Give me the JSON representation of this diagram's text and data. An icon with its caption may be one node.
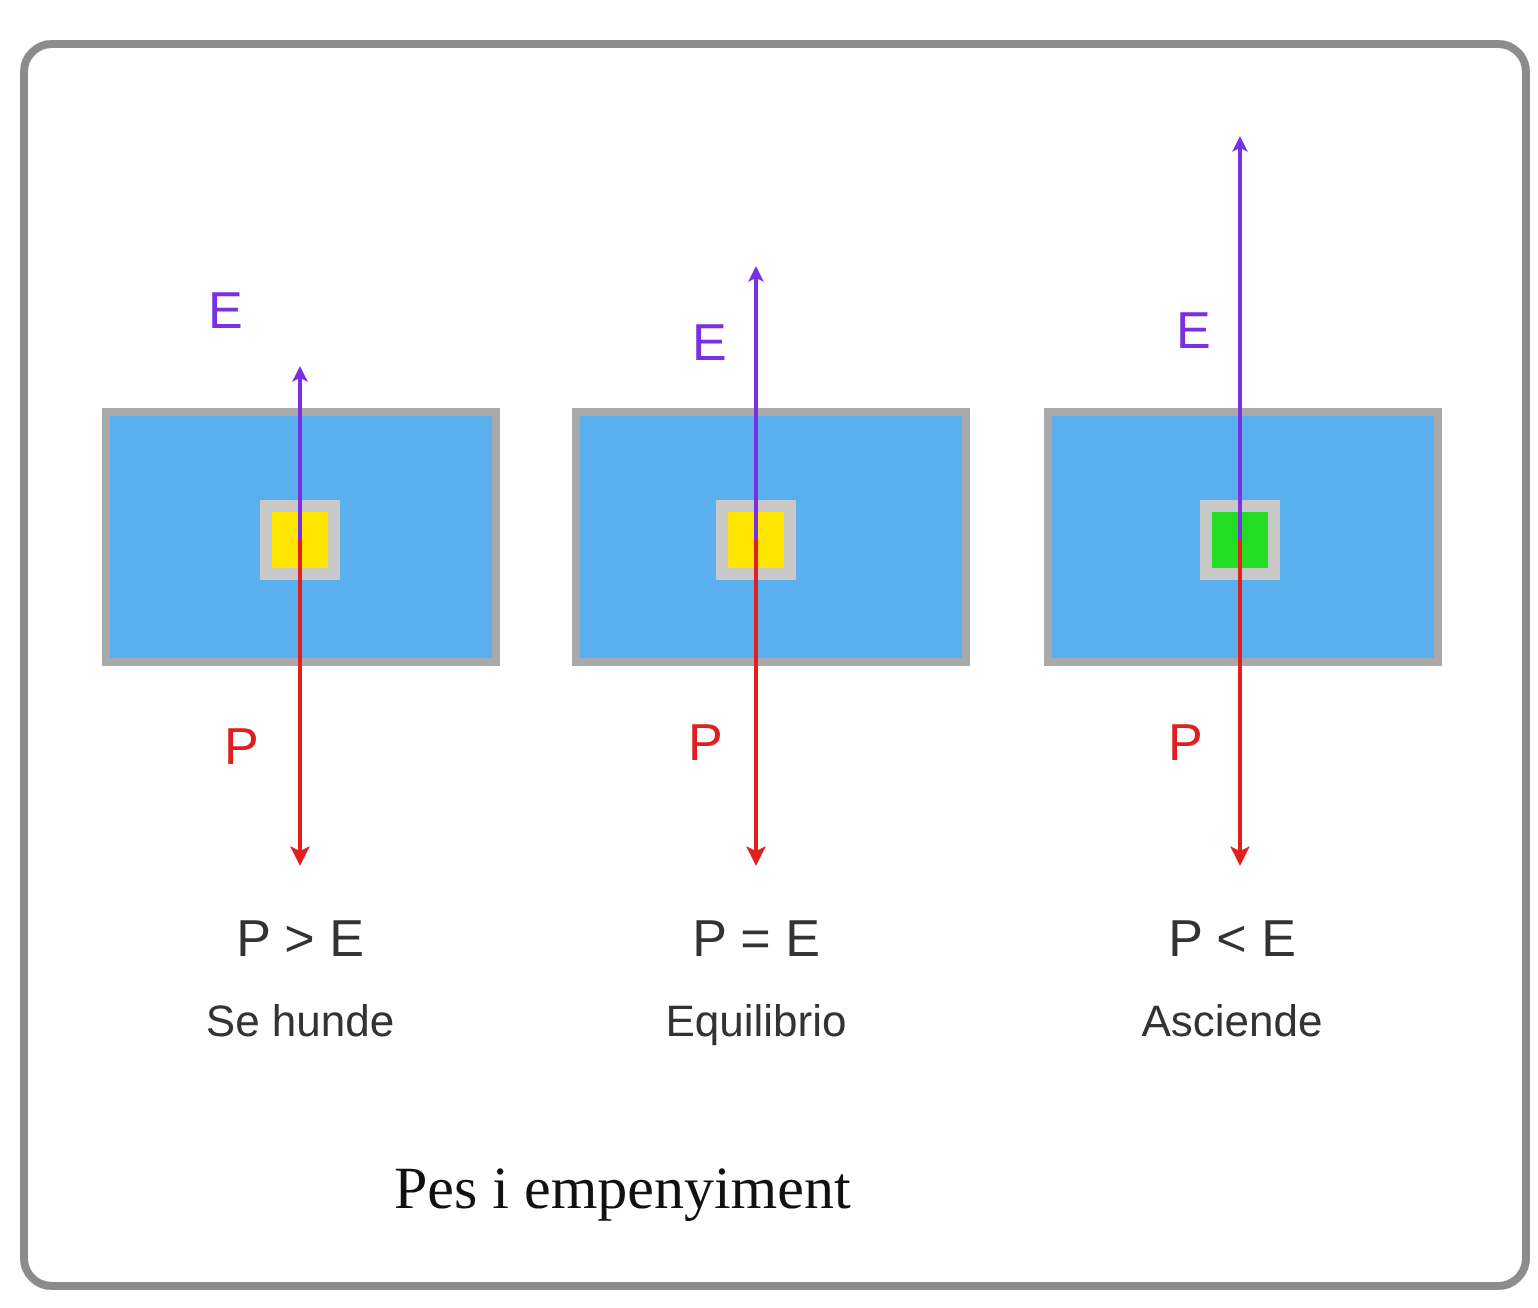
{
  "diagram": {
    "caption": "Pes i empenyiment",
    "labels": [
      "E",
      "E",
      "E",
      "P",
      "P",
      "P",
      "P > E",
      "P = E",
      "P < E",
      "Se hunde",
      "Equilibrio",
      "Asciende"
    ]
  }
}
